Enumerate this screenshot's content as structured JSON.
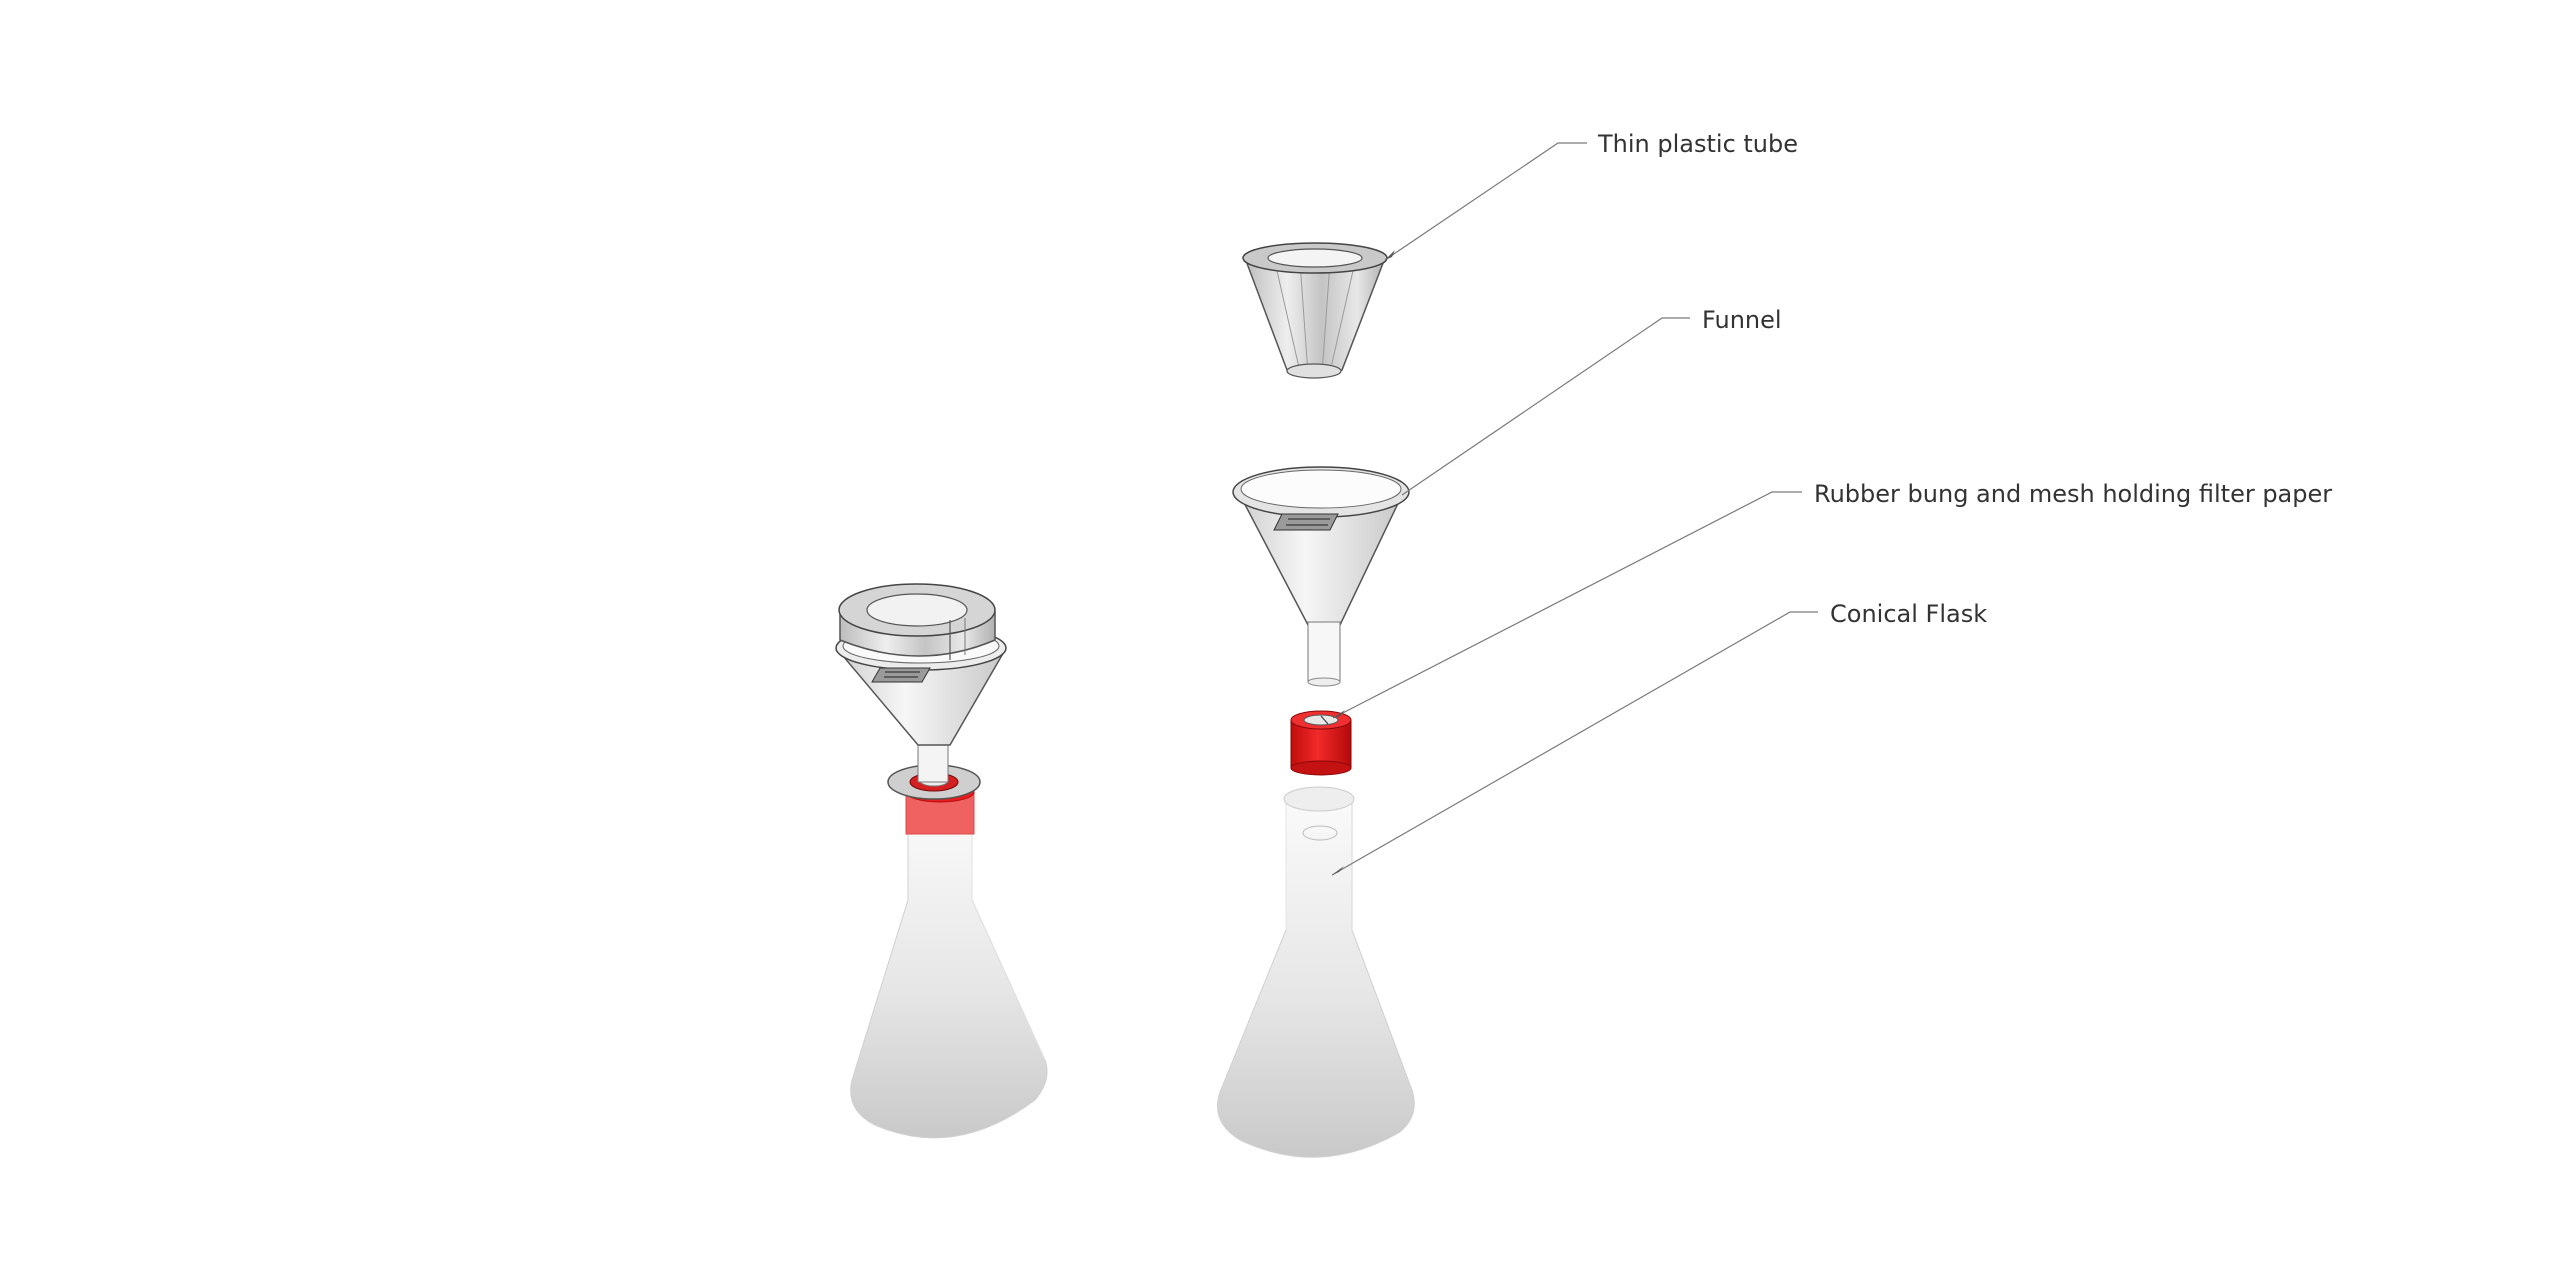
{
  "labels": {
    "tube": "Thin plastic tube",
    "funnel": "Funnel",
    "bung": "Rubber bung and mesh holding filter paper",
    "flask": "Conical Flask"
  },
  "colors": {
    "rubber": "#e81c1c",
    "rubber_light": "#f06262",
    "glass": "#d9d9d9",
    "outline": "#555555",
    "leader": "#7a7a7a"
  }
}
